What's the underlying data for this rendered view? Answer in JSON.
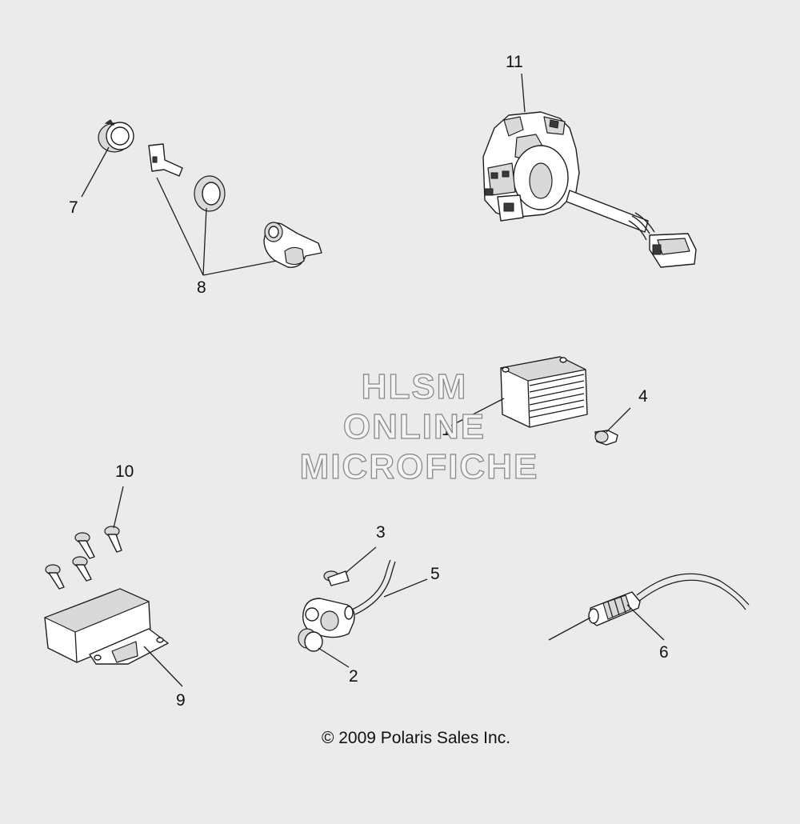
{
  "diagram": {
    "callouts": {
      "c1": "1",
      "c2": "2",
      "c3": "3",
      "c4": "4",
      "c5": "5",
      "c6": "6",
      "c7": "7",
      "c8": "8",
      "c9": "9",
      "c10": "10",
      "c11": "11"
    },
    "watermark": {
      "line1": "HLSM",
      "line2": "ONLINE",
      "line3": "MICROFICHE"
    },
    "copyright": "© 2009 Polaris Sales Inc."
  }
}
